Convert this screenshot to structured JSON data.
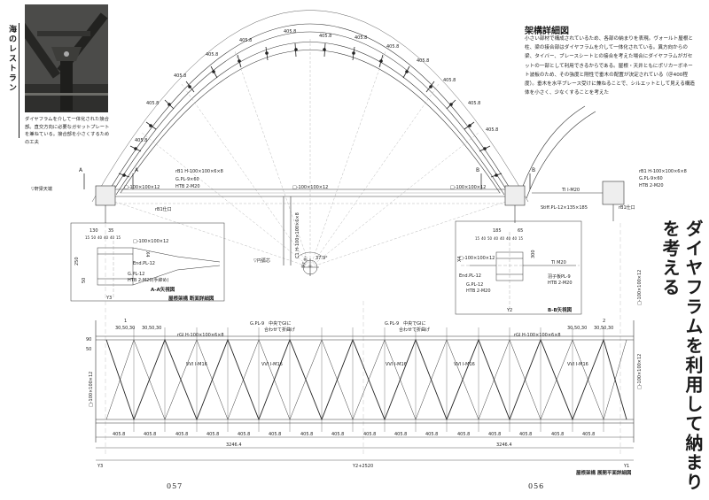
{
  "sidebar": {
    "label": "海のレストラン"
  },
  "photo": {
    "caption": "ダイヤフラムを介して一体化された接合部。直交方向に必要なガセットプレートを兼ねている。接合部を小さくするための工夫"
  },
  "article": {
    "title": "架構詳細図",
    "body": "小さい部材で構成されているため、各部の納まりを表現。ヴォールト屋根と柱、梁の接合部はダイヤフラムを介して一体化されている。異方向からの梁、タイバー、ブレースシートとの接合を考えた場合にダイヤフラムがガセットの一部として利用できるからである。屋根・天井ともにポリカーボネート波板のため、その強度と剛性で垂木の配置が決定されている（＠400程度）。垂木を水平ブレース受けに兼ねることで、シルエットとして見える構造体を小さく、少なくすることを考えた",
    "headline": "ダイヤフラムを利用して納まりを考える"
  },
  "pages": {
    "left": "057",
    "right": "056"
  },
  "drawing": {
    "arch_dims": [
      "405.8",
      "405.8",
      "405.8",
      "405.8",
      "405.8",
      "405.8",
      "405.8",
      "405.8",
      "405.8",
      "405.8",
      "405.8",
      "405.8",
      "405.8"
    ],
    "rafter_note": "rB1 H-100×100×6×8",
    "gpl_note": "G.PL-9×60",
    "htb_note": "HTB 2-M20",
    "section_a": "A",
    "section_b": "B",
    "beam_left": "□-100×100×12",
    "beam_mid": "□-100×100×12",
    "beam_right": "□-100×100×12",
    "eave_label": "▽軒梁天端",
    "tie_label": "TI I-M20",
    "stiff_label": "Stiff.PL-12×135×185",
    "col_left": "rB1仕口",
    "col_right": "rB1仕口",
    "post_label": "C1 H-100×100×6×8",
    "angle_a": "37.9°",
    "angle_b": "37.9°",
    "arc_center": "▽円弧芯",
    "detail_a": {
      "title": "A-A矢視図",
      "sub": "屋根架構 断面詳細図",
      "dims": [
        "130",
        "35",
        "15",
        "50",
        "40",
        "40",
        "40",
        "15"
      ],
      "tube": "□-100×100×12",
      "endpl": "End.PL-12",
      "gpl": "G.PL-12",
      "htb": "HTB 2-M20(手締め)",
      "dim_v1": "250",
      "dim_v2": "50",
      "y_label": "Y3",
      "x_label": "X4"
    },
    "detail_b": {
      "title": "B-B矢視図",
      "dims_top": [
        "185",
        "65"
      ],
      "dims_top2": [
        "15",
        "40",
        "50",
        "40",
        "40",
        "40",
        "40",
        "15"
      ],
      "tube": "□-100×100×12",
      "endpl": "End.PL-12",
      "gpl": "G.PL-12",
      "htb": "HTB 2-M20",
      "ti": "TI M20",
      "rafter_pl": "羽子板PL-9",
      "htb2": "HTB 2-M20",
      "dim_side": "300",
      "y_label": "Y2",
      "x_label": "X4"
    },
    "plan": {
      "beam": "rGI H-100×100×6×8",
      "beam_right": "rGI H-100×100×6×8",
      "gpl_l1": "G.PL-9　中央でGIに",
      "gpl_l2": "合わせて折曲げ",
      "brace": "VVI I-M16",
      "dims_top_l": "30,50,30",
      "dims_top_r": "30,50,30",
      "pitch": "405.8",
      "sum_left": "3246.4",
      "sum_right": "3246.4",
      "left_tube": "□-100×100×12",
      "right_tube": "□-100×100×12",
      "x_left": "Y3",
      "x_mid": "Y2+2520",
      "x_right": "Y1",
      "caption": "屋根架構 展開平面詳細図",
      "label_1": "1",
      "label_2": "2",
      "dim_90": "90",
      "dim_50": "50"
    }
  }
}
